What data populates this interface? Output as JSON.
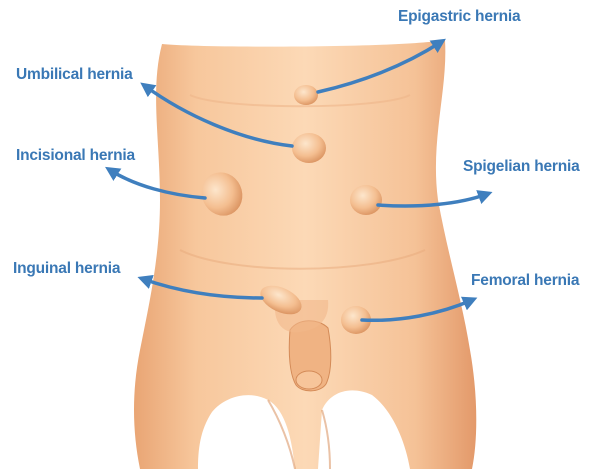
{
  "diagram": {
    "colors": {
      "skin_light": "#fbd6b2",
      "skin_mid": "#f2b888",
      "skin_shadow": "#d98f5c",
      "label": "#3a78b5",
      "arrow": "#3f7fbe"
    },
    "labels": {
      "epigastric": "Epigastric hernia",
      "umbilical": "Umbilical hernia",
      "incisional": "Incisional hernia",
      "spigelian": "Spigelian hernia",
      "inguinal": "Inguinal hernia",
      "femoral": "Femoral hernia"
    }
  }
}
